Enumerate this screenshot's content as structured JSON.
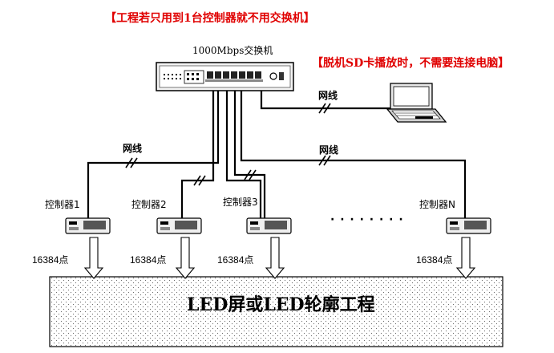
{
  "notes": {
    "single_controller": "【工程若只用到1台控制器就不用交换机】",
    "offline_sd": "【脱机SD卡播放时，不需要连接电脑】"
  },
  "switch": {
    "label": "1000Mbps交换机"
  },
  "cables": {
    "label_top": "网线",
    "label_left": "网线",
    "label_right": "网线"
  },
  "controllers": [
    {
      "label": "控制器1",
      "points": "16384点"
    },
    {
      "label": "控制器2",
      "points": "16384点"
    },
    {
      "label": "控制器3",
      "points": "16384点"
    },
    {
      "label": "控制器N",
      "points": "16384点"
    }
  ],
  "ellipsis": "· · · · · · · ·",
  "led": {
    "title": "LED屏或LED轮廓工程"
  }
}
